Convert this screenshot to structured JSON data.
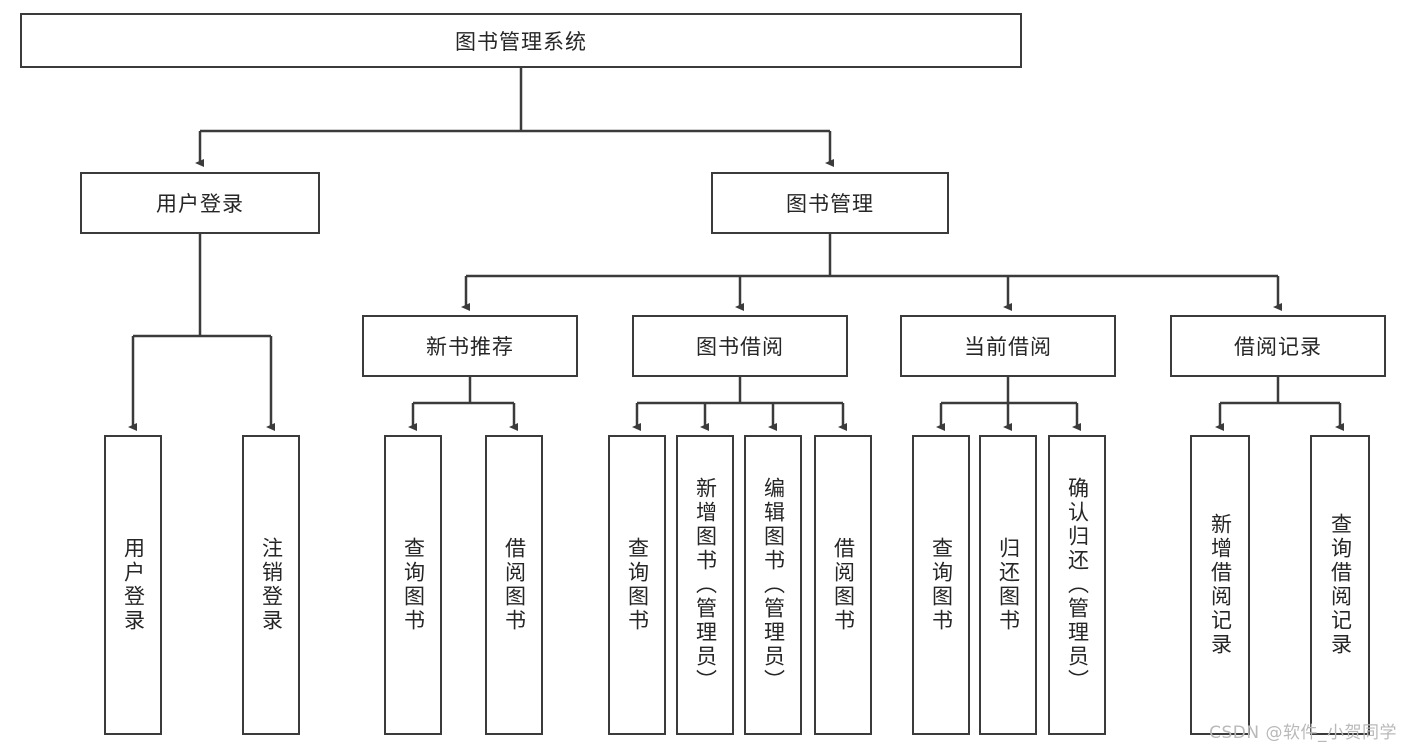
{
  "diagram": {
    "title": "图书管理系统",
    "watermark": "CSDN @软件_小贺同学",
    "colors": {
      "stroke": "#3b3b3b",
      "text": "#262626",
      "background": "#ffffff",
      "watermark": "#b9b9b9"
    },
    "root": {
      "label": "图书管理系统"
    },
    "level2": [
      {
        "label": "用户登录"
      },
      {
        "label": "图书管理"
      }
    ],
    "level3": [
      {
        "label": "新书推荐"
      },
      {
        "label": "图书借阅"
      },
      {
        "label": "当前借阅"
      },
      {
        "label": "借阅记录"
      }
    ],
    "leaves": {
      "user_login": [
        {
          "label": "用户登录"
        },
        {
          "label": "注销登录"
        }
      ],
      "new_book": [
        {
          "label": "查询图书"
        },
        {
          "label": "借阅图书"
        }
      ],
      "book_borrow": [
        {
          "label": "查询图书"
        },
        {
          "label": "新增图书（管理员）"
        },
        {
          "label": "编辑图书（管理员）"
        },
        {
          "label": "借阅图书"
        }
      ],
      "current_borrow": [
        {
          "label": "查询图书"
        },
        {
          "label": "归还图书"
        },
        {
          "label": "确认归还（管理员）"
        }
      ],
      "borrow_record": [
        {
          "label": "新增借阅记录"
        },
        {
          "label": "查询借阅记录"
        }
      ]
    }
  }
}
